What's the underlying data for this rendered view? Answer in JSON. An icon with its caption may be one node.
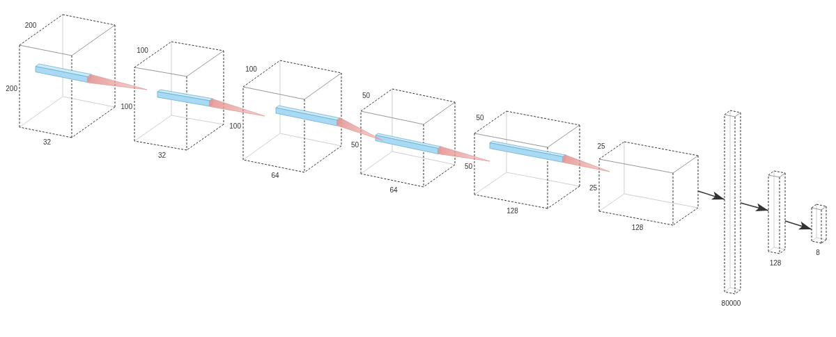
{
  "diagram": {
    "nodes": [
      {
        "text": [
          "200",
          "200",
          "32"
        ]
      },
      {
        "text": [],
        "shape": "bar",
        "in": 0
      },
      {
        "text": [
          "100",
          "100",
          "32"
        ]
      },
      {
        "text": [],
        "shape": "bar",
        "in": 2
      },
      {
        "text": [
          "100",
          "100",
          "64"
        ]
      },
      {
        "text": [],
        "shape": "bar",
        "in": 4
      },
      {
        "text": [
          "50",
          "50",
          "64"
        ]
      },
      {
        "text": [],
        "shape": "bar",
        "in": 6
      },
      {
        "text": [
          "50",
          "50",
          "128"
        ]
      },
      {
        "text": [],
        "shape": "bar",
        "in": 8
      },
      {
        "text": [
          "25",
          "25",
          "128"
        ]
      },
      {
        "text": [
          "80000"
        ]
      },
      {
        "text": [
          "128"
        ]
      },
      {
        "text": [
          "8"
        ]
      }
    ],
    "edges": [
      {
        "from": 1,
        "to": 2,
        "arrow": "none",
        "color": "#e59a97"
      },
      {
        "from": 3,
        "to": 4,
        "arrow": "none",
        "color": "#e59a97"
      },
      {
        "from": 5,
        "to": 6,
        "arrow": "none",
        "color": "#e59a97"
      },
      {
        "from": 7,
        "to": 8,
        "arrow": "none",
        "color": "#e59a97"
      },
      {
        "from": 9,
        "to": 10,
        "arrow": "none",
        "color": "#e59a97"
      },
      {
        "from": 10,
        "to": 11,
        "arrow": "to"
      },
      {
        "from": 11,
        "to": 12,
        "arrow": "to"
      },
      {
        "from": 12,
        "to": 13,
        "arrow": "to"
      }
    ]
  }
}
